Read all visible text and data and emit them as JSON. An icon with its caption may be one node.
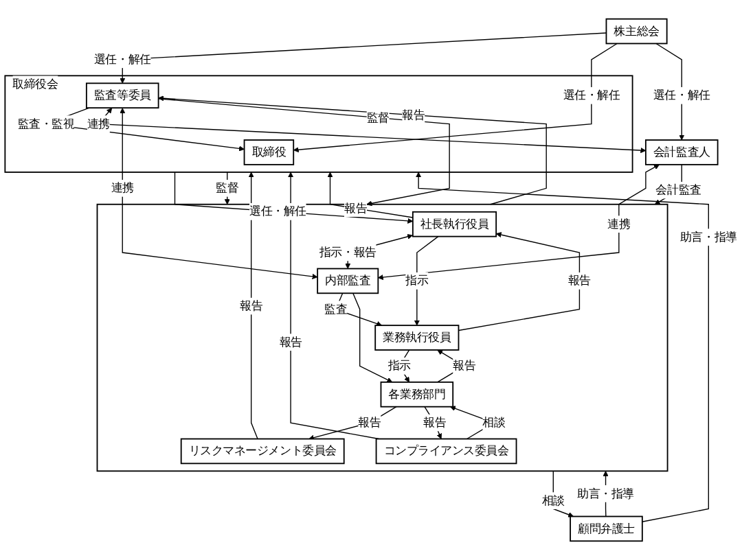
{
  "diagram": {
    "nodes": [
      {
        "text": [
          "株主総会"
        ]
      },
      {
        "text": [
          "取締役会"
        ]
      },
      {
        "text": [
          "取締役"
        ],
        "in": 1
      },
      {
        "text": [
          "監査等委員"
        ],
        "in": 1
      },
      {
        "text": [
          "会計監査人"
        ]
      },
      {
        "text": [],
        "shape": "box"
      },
      {
        "text": [
          "社長執行役員"
        ],
        "in": 5
      },
      {
        "text": [
          "内部監査"
        ],
        "in": 5
      },
      {
        "text": [
          "業務執行役員"
        ],
        "in": 5
      },
      {
        "text": [
          "リスクマネージメント委員会"
        ],
        "in": 5
      },
      {
        "text": [
          "各業務部門"
        ],
        "in": 5
      },
      {
        "text": [
          "コンプライアンス委員会"
        ],
        "in": 5
      },
      {
        "text": [
          "顧問弁護士"
        ]
      }
    ],
    "edges": [
      {
        "from": 0,
        "to": 3,
        "arrow": "to",
        "label": "選任・解任"
      },
      {
        "from": 0,
        "to": 2,
        "arrow": "to",
        "label": "選任・解任"
      },
      {
        "from": 0,
        "to": 4,
        "arrow": "to",
        "label": "選任・解任"
      },
      {
        "from": 3,
        "to": 2,
        "arrow": "to",
        "label": "監査・監視"
      },
      {
        "from": 3,
        "to": 4,
        "arrow": "both",
        "label": "連携"
      },
      {
        "from": 3,
        "to": 5,
        "arrow": "to",
        "label": "監督"
      },
      {
        "from": 3,
        "to": 7,
        "arrow": "both",
        "label": "連携"
      },
      {
        "from": 1,
        "to": 6,
        "arrow": "to",
        "label": "選任・解任"
      },
      {
        "from": 1,
        "to": 5,
        "arrow": "to",
        "label": "監督"
      },
      {
        "from": 5,
        "to": 3,
        "arrow": "to",
        "label": "報告"
      },
      {
        "from": 6,
        "to": 1,
        "arrow": "to",
        "label": "報告"
      },
      {
        "from": 5,
        "to": 12,
        "arrow": "to",
        "label": "相談"
      },
      {
        "from": 12,
        "to": 1,
        "arrow": "to",
        "label": "助言・指導"
      },
      {
        "from": 12,
        "to": 5,
        "arrow": "to",
        "label": "助言・指導"
      },
      {
        "from": 6,
        "to": 7,
        "arrow": "both",
        "label": "指示・報告"
      },
      {
        "from": 6,
        "to": 8,
        "arrow": "to",
        "label": "指示"
      },
      {
        "from": 8,
        "to": 6,
        "arrow": "to",
        "label": "報告"
      },
      {
        "from": 7,
        "to": 8,
        "arrow": "to",
        "label": "監査"
      },
      {
        "from": 7,
        "to": 10,
        "arrow": "to"
      },
      {
        "from": 8,
        "to": 10,
        "arrow": "to",
        "label": "指示"
      },
      {
        "from": 10,
        "to": 8,
        "arrow": "to",
        "label": "報告"
      },
      {
        "from": 10,
        "to": 9,
        "arrow": "to",
        "label": "報告"
      },
      {
        "from": 10,
        "to": 11,
        "arrow": "to",
        "label": "報告"
      },
      {
        "from": 11,
        "to": 10,
        "arrow": "to",
        "label": "相談"
      },
      {
        "from": 9,
        "to": 1,
        "arrow": "to",
        "label": "報告"
      },
      {
        "from": 11,
        "to": 1,
        "arrow": "to",
        "label": "報告"
      },
      {
        "from": 4,
        "to": 7,
        "arrow": "both",
        "label": "連携"
      },
      {
        "from": 4,
        "to": 5,
        "arrow": "to",
        "label": "会計監査"
      }
    ]
  }
}
